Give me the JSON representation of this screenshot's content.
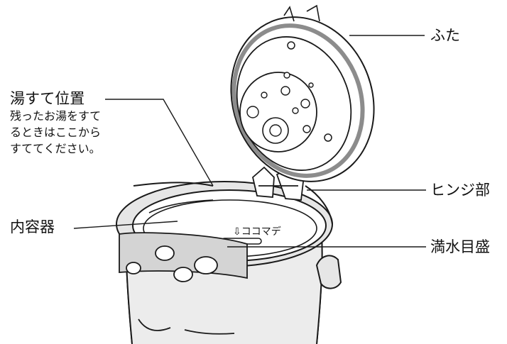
{
  "labels": {
    "lid": "ふた",
    "discard_title": "湯すて位置",
    "discard_note": [
      "残ったお湯をすて",
      "るときはここから",
      "すててください。"
    ],
    "hinge": "ヒンジ部",
    "inner_container": "内容器",
    "full_water_mark": "満水目盛",
    "mark_text": "⇩ココマデ"
  },
  "colors": {
    "line": "#1a1a1a",
    "lid_ring": "#8c8c8c",
    "body_shade": "#e6e6e6",
    "panel_shade": "#cfcfcf"
  }
}
